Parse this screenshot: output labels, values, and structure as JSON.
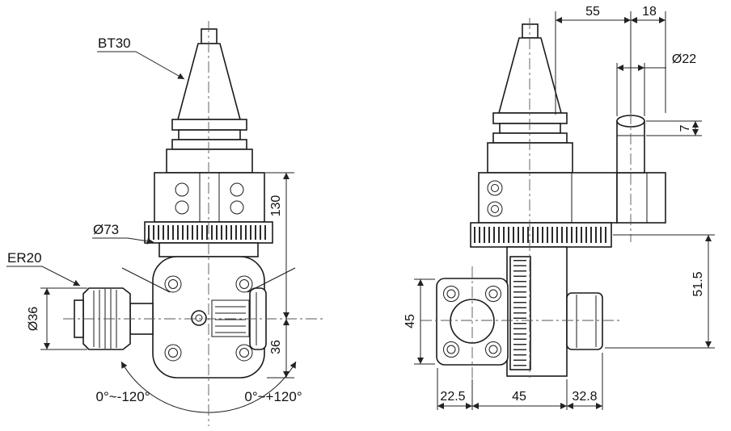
{
  "drawing": {
    "type": "technical-drawing-angle-head",
    "front_view": {
      "taper_label": "BT30",
      "collet_label": "ER20",
      "dial_diameter": "Ø73",
      "collet_diameter": "Ø36",
      "height_gauge_to_axis": "130",
      "axis_to_bottom": "36",
      "swivel_range_negative": "0°~-120°",
      "swivel_range_positive": "0°~+120°"
    },
    "side_view": {
      "offset_55": "55",
      "offset_18": "18",
      "pin_diameter": "Ø22",
      "pin_step": "7",
      "dim_51_5": "51.5",
      "flange_size": "45",
      "dim_22_5": "22.5",
      "dim_45": "45",
      "dim_32_8": "32.8"
    },
    "colors": {
      "line": "#1a1a1a",
      "dim": "#222222",
      "background": "#ffffff"
    }
  }
}
